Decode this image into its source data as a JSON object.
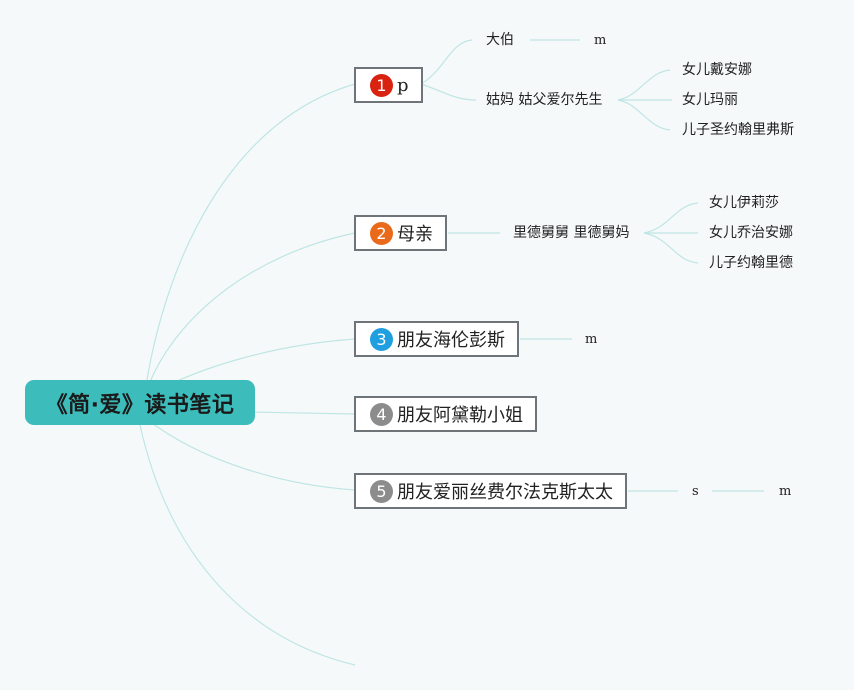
{
  "root": {
    "label": "《简·爱》读书笔记",
    "color": "#3dbcbc"
  },
  "link_color": "#bfe6e4",
  "topics": [
    {
      "number": "1",
      "label": "p",
      "badge_color": "#d9220f",
      "children": [
        {
          "label": "大伯",
          "children": [
            {
              "label": "m"
            }
          ]
        },
        {
          "label": "姑妈 姑父爱尔先生",
          "children": [
            {
              "label": "女儿戴安娜"
            },
            {
              "label": "女儿玛丽"
            },
            {
              "label": "儿子圣约翰里弗斯"
            }
          ]
        }
      ]
    },
    {
      "number": "2",
      "label": "母亲",
      "badge_color": "#e86a1a",
      "children": [
        {
          "label": "里德舅舅 里德舅妈",
          "children": [
            {
              "label": "女儿伊莉莎"
            },
            {
              "label": "女儿乔治安娜"
            },
            {
              "label": "儿子约翰里德"
            }
          ]
        }
      ]
    },
    {
      "number": "3",
      "label": "朋友海伦彭斯",
      "badge_color": "#1f9ee0",
      "children": [
        {
          "label": "m"
        }
      ]
    },
    {
      "number": "4",
      "label": "朋友阿黛勒小姐",
      "badge_color": "#8c8c8c",
      "children": []
    },
    {
      "number": "5",
      "label": "朋友爱丽丝费尔法克斯太太",
      "badge_color": "#8c8c8c",
      "children": [
        {
          "label": "s",
          "children": [
            {
              "label": "m"
            }
          ]
        }
      ]
    }
  ]
}
